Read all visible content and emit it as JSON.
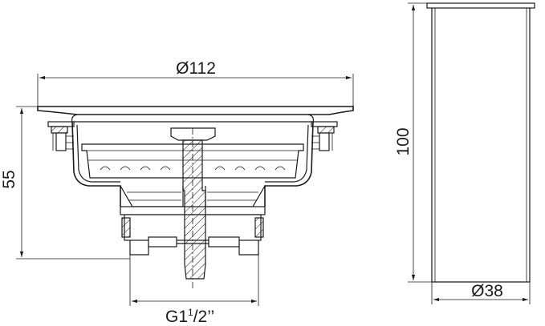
{
  "dimensions": {
    "outer_diameter": "Ø112",
    "height": "55",
    "thread": {
      "main": "G1",
      "sup": "1",
      "tail": "/2’’"
    },
    "tube_height": "100",
    "tube_diameter": "Ø38"
  }
}
